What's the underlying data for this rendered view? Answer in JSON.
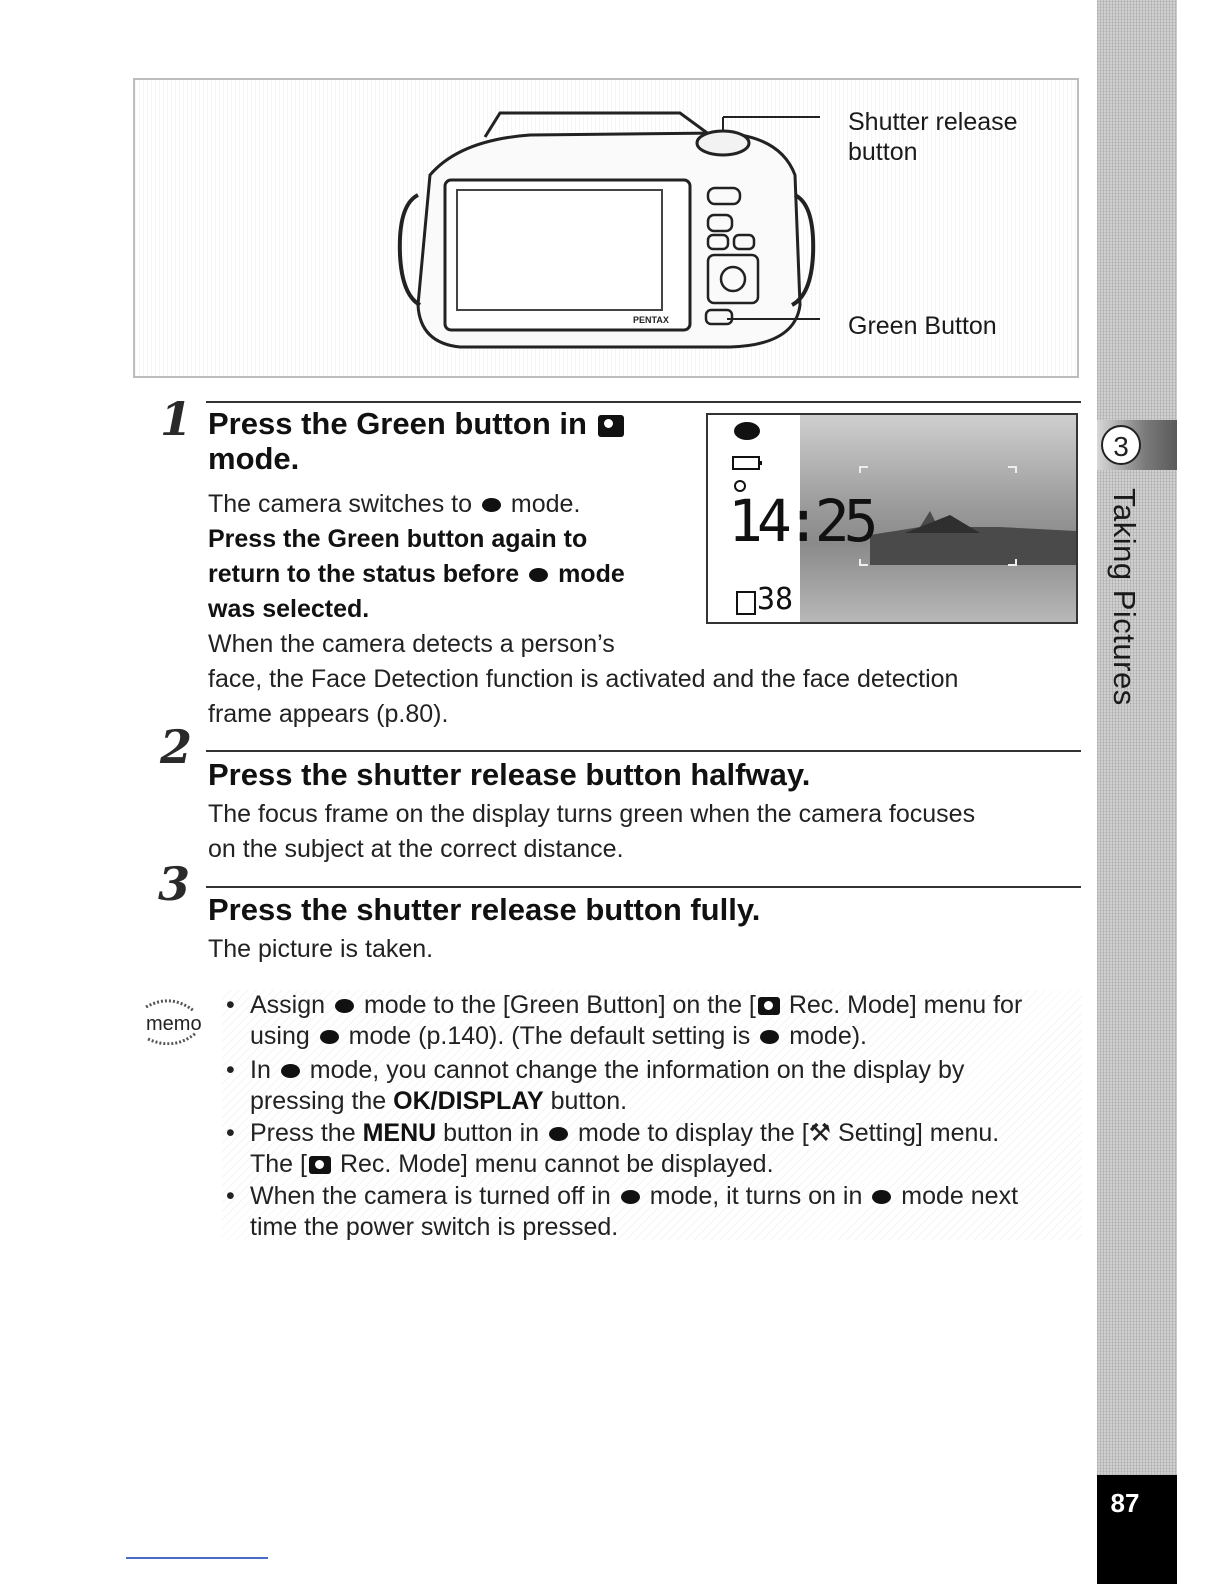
{
  "figure": {
    "camera_brand": "PENTAX",
    "callout_shutter_line1": "Shutter release",
    "callout_shutter_line2": "button",
    "callout_green": "Green Button"
  },
  "sidebar": {
    "chapter_number": "3",
    "chapter_title": "Taking Pictures",
    "page_number": "87"
  },
  "step1": {
    "number": "1",
    "title_part1": "Press the Green button in",
    "title_part2": "mode.",
    "line1_a": "The camera switches to",
    "line1_b": "mode.",
    "bold_line1": "Press the Green button again to",
    "bold_line2_a": "return to the status before",
    "bold_line2_b": "mode",
    "bold_line3": "was selected.",
    "line5": "When the camera detects a person’s",
    "line6": "face, the Face Detection function is activated and the face detection",
    "line7": "frame appears (p.80)."
  },
  "display": {
    "time": "14:25",
    "shots": "38"
  },
  "step2": {
    "number": "2",
    "title": "Press the shutter release button halfway.",
    "line1": "The focus frame on the display turns green when the camera focuses",
    "line2": "on the subject at the correct distance."
  },
  "step3": {
    "number": "3",
    "title": "Press the shutter release button fully.",
    "line1": "The picture is taken."
  },
  "memo": {
    "icon_label": "memo",
    "b1_a": "Assign",
    "b1_b": "mode to the [Green Button] on the [",
    "b1_c": "Rec. Mode] menu for",
    "b1_d": "using",
    "b1_e": "mode (p.140). (The default setting is",
    "b1_f": "mode).",
    "b2_a": "In",
    "b2_b": "mode, you cannot change the information on the display by",
    "b2_c": "pressing the",
    "b2_key": "OK/DISPLAY",
    "b2_d": "button.",
    "b3_a": "Press the",
    "b3_key": "MENU",
    "b3_b": "button in",
    "b3_c": "mode to display the [",
    "b3_d": "Setting] menu.",
    "b3_e": "The [",
    "b3_f": "Rec. Mode] menu cannot be displayed.",
    "b4_a": "When the camera is turned off in",
    "b4_b": "mode, it turns on in",
    "b4_c": "mode next",
    "b4_d": "time the power switch is pressed."
  }
}
